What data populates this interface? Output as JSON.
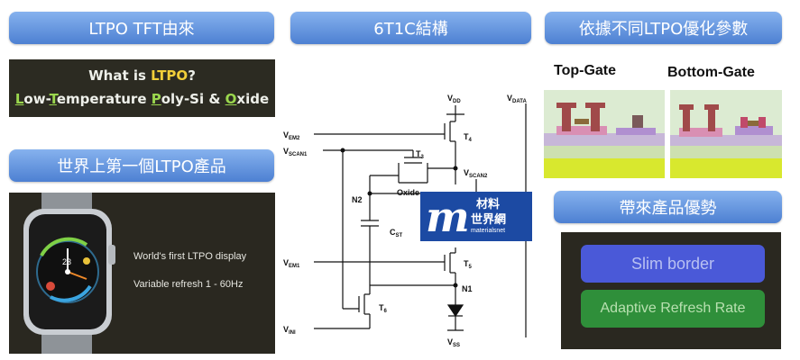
{
  "headers": {
    "ltpo_origin": "LTPO TFT由來",
    "structure": "6T1C結構",
    "params": "依據不同LTPO優化參數",
    "first_product": "世界上第一個LTPO產品",
    "advantages": "帶來產品優勢"
  },
  "ltpo_def": {
    "q_prefix": "What is ",
    "q_ltpo": "LTPO",
    "q_suffix": "?",
    "l": "L",
    "ow": "ow-",
    "t": "T",
    "emp": "emperature ",
    "p": "P",
    "oly": "oly-Si & ",
    "o": "O",
    "xide": "xide"
  },
  "watch": {
    "line1": "World's first LTPO display",
    "line2": "Variable refresh 1 - 60Hz",
    "face_num": "23"
  },
  "gates": {
    "top": "Top-Gate",
    "bottom": "Bottom-Gate"
  },
  "advantages": {
    "slim": "Slim border",
    "adaptive": "Adaptive Refresh Rate"
  },
  "circuit": {
    "vdd_main": "V",
    "vdd_sub": "DD",
    "vdata_main": "V",
    "vdata_sub": "DATA",
    "vem2_main": "V",
    "vem2_sub": "EM2",
    "vscan1_main": "V",
    "vscan1_sub": "SCAN1",
    "vscan2_main": "V",
    "vscan2_sub": "SCAN2",
    "vem1_main": "V",
    "vem1_sub": "EM1",
    "vini_main": "V",
    "vini_sub": "INI",
    "vss_main": "V",
    "vss_sub": "SS",
    "t4_main": "T",
    "t4_sub": "4",
    "t3_main": "T",
    "t3_sub": "3",
    "t5_main": "T",
    "t5_sub": "5",
    "t6_main": "T",
    "t6_sub": "6",
    "cst_main": "C",
    "cst_sub": "ST",
    "n1": "N1",
    "n2": "N2",
    "oxide": "Oxide"
  },
  "logo": {
    "cn_top": "材料",
    "cn_bottom": "世界網",
    "en": "materialsnet"
  }
}
